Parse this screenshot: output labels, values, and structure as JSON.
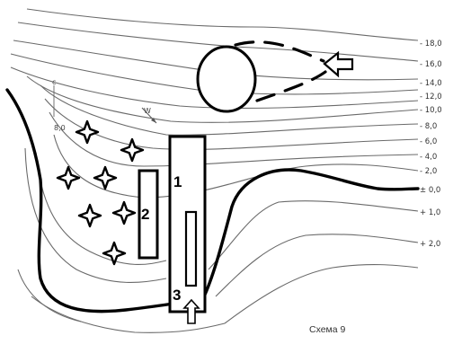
{
  "caption": "Схема 9",
  "objects": [
    {
      "id": "1",
      "label": "1"
    },
    {
      "id": "2",
      "label": "2"
    },
    {
      "id": "3",
      "label": "3"
    }
  ],
  "wind_label": "W",
  "current_label": "c",
  "contour_small_label": "8,0",
  "depth_labels": [
    "- 18,0",
    "- 16,0",
    "- 14,0",
    "- 12,0",
    "- 10,0",
    "- 8,0",
    "- 6,0",
    "- 4,0",
    "- 2,0",
    "± 0,0",
    "+ 1,0",
    "+ 2,0"
  ],
  "icons": {
    "star": "four-point-star-icon",
    "arrow_left": "arrow-left-icon",
    "arrow_up": "arrow-up-icon"
  }
}
